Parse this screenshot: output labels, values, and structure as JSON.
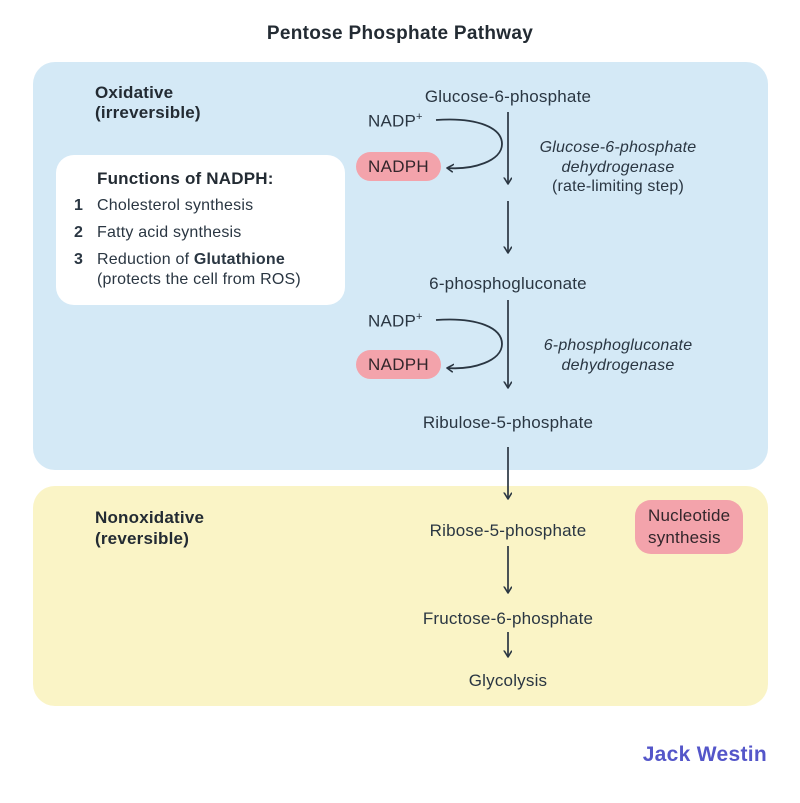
{
  "title": "Pentose Phosphate Pathway",
  "brand": "Jack Westin",
  "colors": {
    "oxidative_section_bg": "#d4e9f6",
    "nonoxidative_section_bg": "#faf4c6",
    "badge_bg": "#f3a3ab",
    "functions_box_bg": "#ffffff",
    "text": "#2a3642",
    "brand_color": "#5456c9"
  },
  "oxidative": {
    "label_line1": "Oxidative",
    "label_line2": "(irreversible)",
    "functions": {
      "heading": "Functions of NADPH:",
      "items": [
        {
          "num": "1",
          "text": "Cholesterol synthesis"
        },
        {
          "num": "2",
          "text": "Fatty acid synthesis"
        },
        {
          "num": "3",
          "prefix": "Reduction of ",
          "bold": "Glutathione",
          "line2": "(protects the cell from ROS)"
        }
      ]
    },
    "metabolites": {
      "g6p": "Glucose-6-phosphate",
      "pg6": "6-phosphogluconate",
      "ru5p": "Ribulose-5-phosphate"
    },
    "cofactors": {
      "nadp": "NADP",
      "nadp_sup": "+",
      "nadph": "NADPH"
    },
    "enzyme1": {
      "line1": "Glucose-6-phosphate",
      "line2": "dehydrogenase",
      "line3": "(rate-limiting step)"
    },
    "enzyme2": {
      "line1": "6-phosphogluconate",
      "line2": "dehydrogenase"
    }
  },
  "nonoxidative": {
    "label_line1": "Nonoxidative",
    "label_line2": "(reversible)",
    "metabolites": {
      "r5p": "Ribose-5-phosphate",
      "f6p": "Fructose-6-phosphate",
      "glycolysis": "Glycolysis"
    },
    "badge": {
      "line1": "Nucleotide",
      "line2": "synthesis"
    }
  }
}
